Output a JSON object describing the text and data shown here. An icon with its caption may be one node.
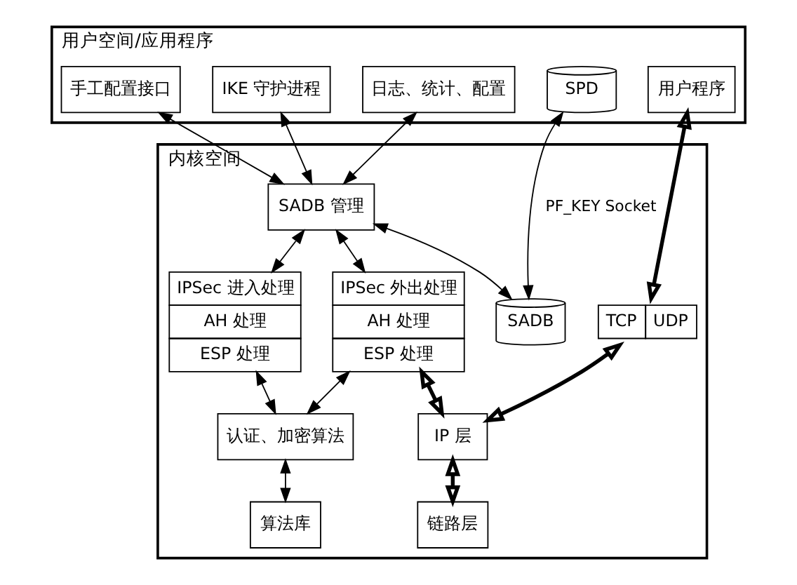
{
  "diagram": {
    "nodes": [
      {
        "text": [
          "用户空间/应用程序"
        ]
      },
      {
        "text": [
          "手工配置接口"
        ],
        "in": 0
      },
      {
        "text": [
          "IKE 守护进程"
        ],
        "in": 0
      },
      {
        "text": [
          "日志、统计、配置"
        ],
        "in": 0
      },
      {
        "text": [
          "SPD"
        ],
        "in": 0
      },
      {
        "text": [
          "用户程序"
        ],
        "in": 0
      },
      {
        "text": [
          "内核空间"
        ]
      },
      {
        "text": [
          "SADB 管理"
        ],
        "in": 6
      },
      {
        "text": [
          "SADB"
        ],
        "in": 6
      },
      {
        "text": [
          "TCP",
          "UDP"
        ],
        "in": 6
      },
      {
        "text": [
          "IPSec 进入处理",
          "AH 处理",
          "ESP 处理"
        ],
        "in": 6
      },
      {
        "text": [
          "IPSec 外出处理",
          "AH 处理",
          "ESP 处理"
        ],
        "in": 6
      },
      {
        "text": [
          "IP 层"
        ],
        "in": 6
      },
      {
        "text": [
          "认证、加密算法"
        ],
        "in": 6
      },
      {
        "text": [
          "算法库"
        ],
        "in": 6
      },
      {
        "text": [
          "链路层"
        ],
        "in": 6
      }
    ],
    "edges": [
      {
        "from": 1,
        "to": 7,
        "arrow": "both"
      },
      {
        "from": 2,
        "to": 7,
        "arrow": "both"
      },
      {
        "from": 3,
        "to": 7,
        "arrow": "both"
      },
      {
        "from": 4,
        "to": 8,
        "arrow": "both",
        "label": "PF_KEY Socket"
      },
      {
        "from": 5,
        "to": 9,
        "arrow": "both",
        "style": "thick"
      },
      {
        "from": 7,
        "to": 8,
        "arrow": "both"
      },
      {
        "from": 7,
        "to": 10,
        "arrow": "both"
      },
      {
        "from": 7,
        "to": 11,
        "arrow": "both"
      },
      {
        "from": 9,
        "to": 12,
        "arrow": "both",
        "style": "thick"
      },
      {
        "from": 11,
        "to": 12,
        "arrow": "both",
        "style": "thick"
      },
      {
        "from": 10,
        "to": 13,
        "arrow": "both"
      },
      {
        "from": 11,
        "to": 13,
        "arrow": "both"
      },
      {
        "from": 13,
        "to": 14,
        "arrow": "both"
      },
      {
        "from": 12,
        "to": 15,
        "arrow": "both",
        "style": "thick"
      }
    ]
  }
}
